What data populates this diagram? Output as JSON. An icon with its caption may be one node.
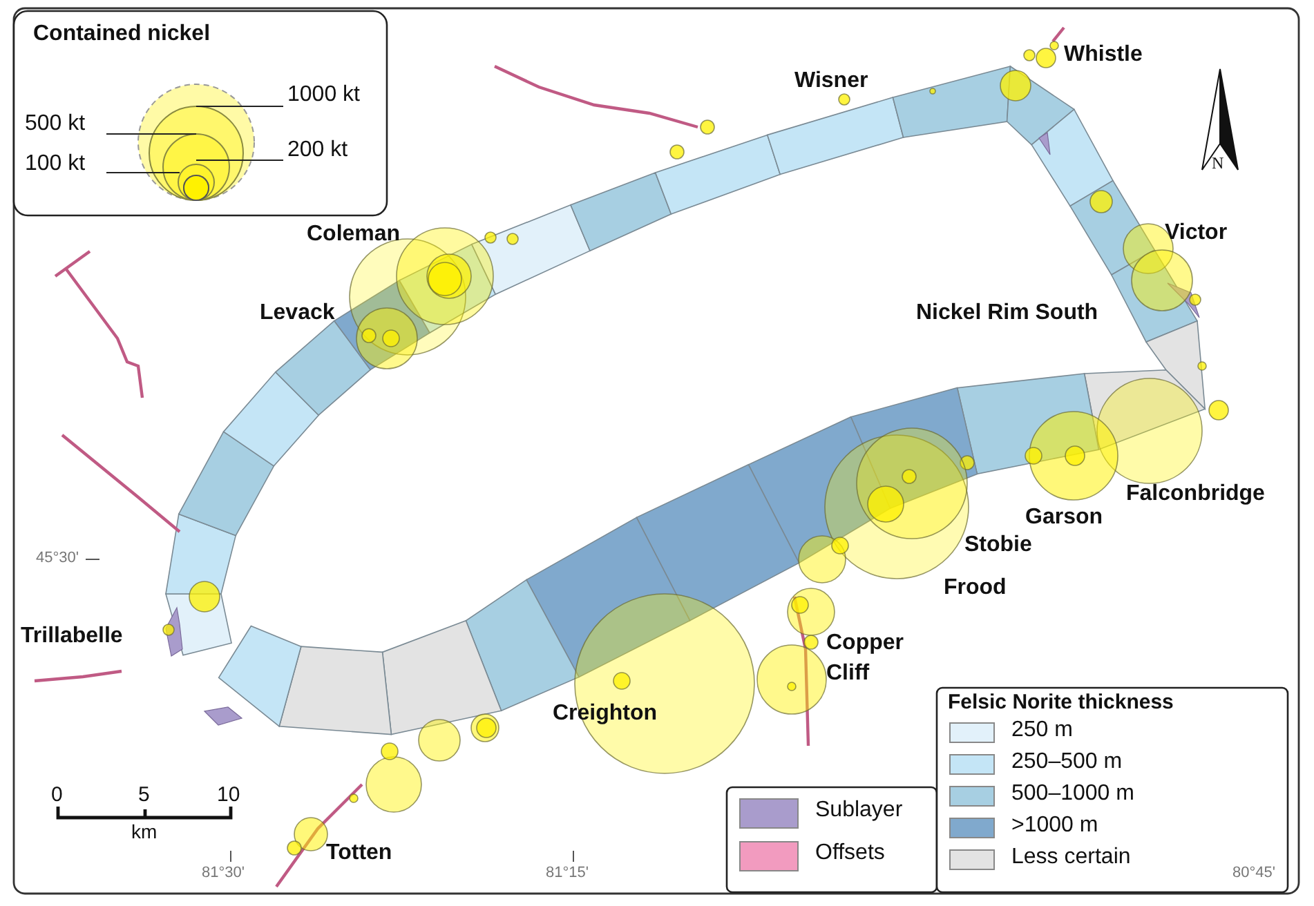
{
  "diagram": {
    "labels": [
      "Contained nickel",
      "Wisner",
      "Whistle",
      "N",
      "Coleman",
      "Victor",
      "Levack",
      "Nickel Rim South",
      "Falconbridge",
      "Garson",
      "Stobie",
      "45°30'",
      "Frood",
      "Trillabelle",
      "Copper Cliff",
      "Creighton",
      "Felsic Norite thickness",
      "0",
      "5",
      "10",
      "km",
      "Totten",
      "81°30'",
      "81°15'",
      "80°45'"
    ],
    "legend": [
      {
        "text": "1000 kt"
      },
      {
        "text": "500 kt"
      },
      {
        "text": "200 kt"
      },
      {
        "text": "100 kt"
      },
      {
        "text": "Sublayer",
        "color": "#a99ccc"
      },
      {
        "text": "Offsets",
        "color": "#f29bbf"
      },
      {
        "text": "250 m",
        "color": "#e2f1fa"
      },
      {
        "text": "250–500 m",
        "color": "#c4e5f6"
      },
      {
        "text": "500–1000 m",
        "color": "#a7cfe2"
      },
      {
        "text": ">1000 m",
        "color": "#80a9cd"
      },
      {
        "text": "Less certain",
        "color": "#e3e3e3"
      }
    ]
  }
}
